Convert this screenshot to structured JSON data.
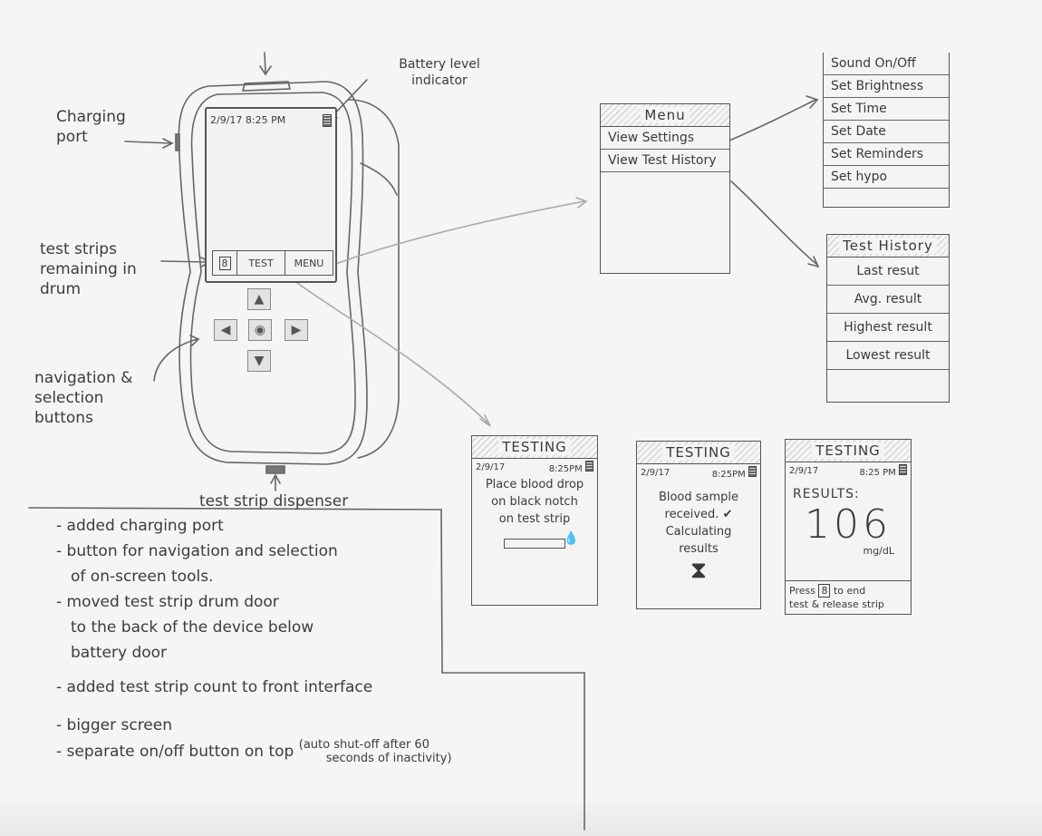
{
  "device": {
    "date": "2/9/17",
    "time": "8:25 PM",
    "strip_count": "8",
    "test_button": "TEST",
    "menu_button": "MENU"
  },
  "labels": {
    "battery": "Battery level indicator",
    "charging": "Charging port",
    "strips": "test strips remaining in drum",
    "navigation": "navigation & selection buttons",
    "dispenser": "test strip dispenser"
  },
  "menu_screen": {
    "title": "Menu",
    "items": [
      "View Settings",
      "View Test History"
    ]
  },
  "settings_screen": {
    "items": [
      "Sound On/Off",
      "Set Brightness",
      "Set Time",
      "Set Date",
      "Set Reminders",
      "Set hypo"
    ]
  },
  "history_screen": {
    "title": "Test History",
    "items": [
      "Last resut",
      "Avg. result",
      "Highest result",
      "Lowest result"
    ]
  },
  "testing_screens": [
    {
      "title": "TESTING",
      "date": "2/9/17",
      "time": "8:25PM",
      "body": [
        "Place blood drop",
        "on black notch",
        "on test strip"
      ]
    },
    {
      "title": "TESTING",
      "date": "2/9/17",
      "time": "8:25PM",
      "body": [
        "Blood sample",
        "received.",
        "Calculating",
        "results"
      ]
    },
    {
      "title": "TESTING",
      "date": "2/9/17",
      "time": "8:25 PM",
      "results_label": "RESULTS:",
      "value": "106",
      "unit": "mg/dL",
      "footer": [
        "Press",
        "8",
        "to end",
        "test & release strip"
      ]
    }
  ],
  "notes": [
    "- added charging port",
    "- button for navigation and selection",
    "of on-screen tools.",
    "- moved test strip drum door",
    "to the back of the device below",
    "battery door",
    "- added test strip count to front interface",
    "- bigger screen",
    "- separate on/off button on top",
    "(auto shut-off after 60",
    "seconds of inactivity)"
  ]
}
